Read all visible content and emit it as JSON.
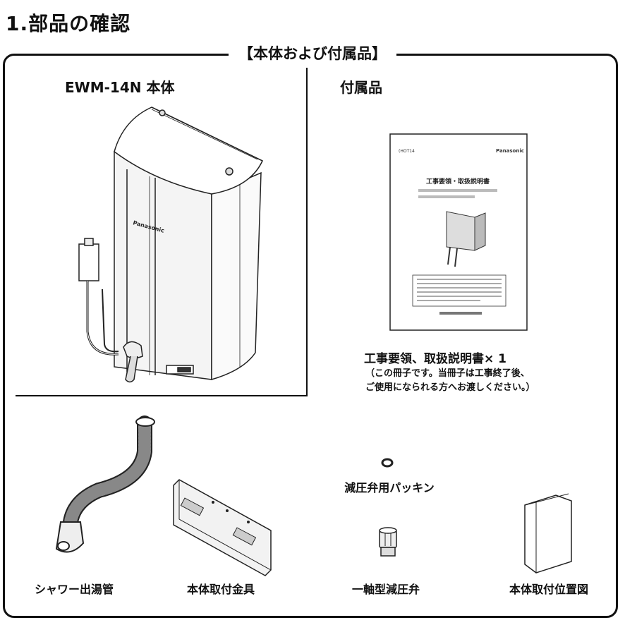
{
  "page": {
    "title": "1.部品の確認",
    "section_title": "【本体および付属品】"
  },
  "main_unit": {
    "heading": "EWM-14N 本体"
  },
  "accessories": {
    "heading": "付属品",
    "manual": {
      "caption": "工事要領、取扱説明書× 1",
      "note_line1": "（この冊子です。当冊子は工事終了後、",
      "note_line2": "ご使用になられる方へお渡しください。）",
      "cover_title": "工事要領・取扱説明書"
    },
    "items": [
      {
        "label": "シャワー出湯管"
      },
      {
        "label": "本体取付金具"
      },
      {
        "label": "減圧弁用パッキン"
      },
      {
        "label": "一軸型減圧弁"
      },
      {
        "label": "本体取付位置図"
      }
    ]
  }
}
